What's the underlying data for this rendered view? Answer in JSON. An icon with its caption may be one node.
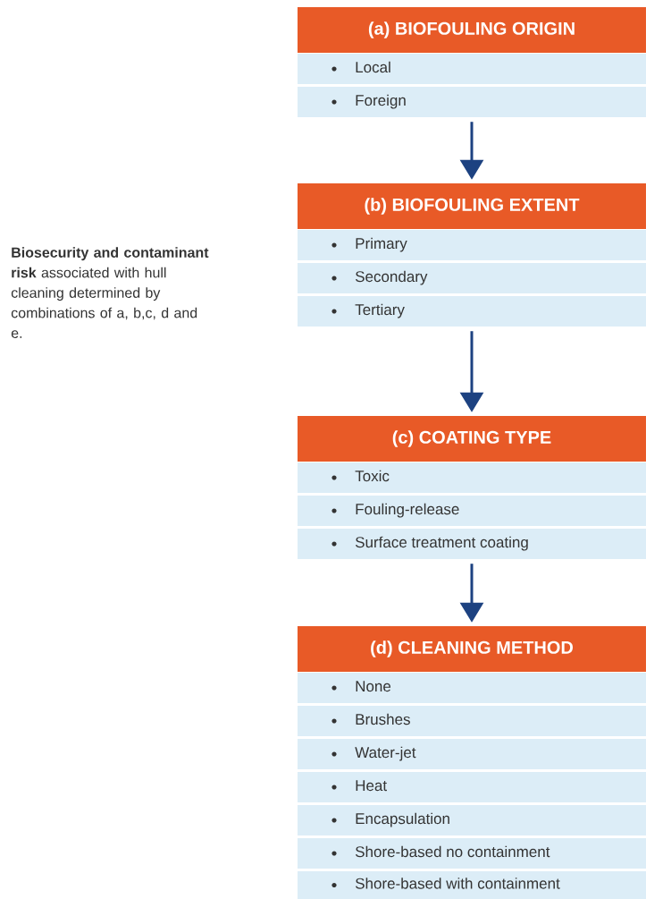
{
  "diagram": {
    "nodes": [
      {
        "text": [
          "(a) BIOFOULING ORIGIN",
          "Local",
          "Foreign"
        ]
      },
      {
        "text": [
          "(b) BIOFOULING EXTENT",
          "Primary",
          "Secondary",
          "Tertiary"
        ]
      },
      {
        "text": [
          "(c) COATING TYPE",
          "Toxic",
          "Fouling-release",
          "Surface treatment coating"
        ]
      },
      {
        "text": [
          "(d) CLEANING METHOD",
          "None",
          "Brushes",
          "Water-jet",
          "Heat",
          "Encapsulation",
          "Shore-based no containment",
          "Shore-based with containment"
        ]
      }
    ],
    "edges": [
      {
        "from": 0,
        "to": 1,
        "arrow": "to"
      },
      {
        "from": 1,
        "to": 2,
        "arrow": "to"
      },
      {
        "from": 2,
        "to": 3,
        "arrow": "to"
      }
    ],
    "labels": [
      "**Biosecurity and contaminant risk** associated with hull cleaning determined by combinations of a, b,c, d and e."
    ]
  }
}
